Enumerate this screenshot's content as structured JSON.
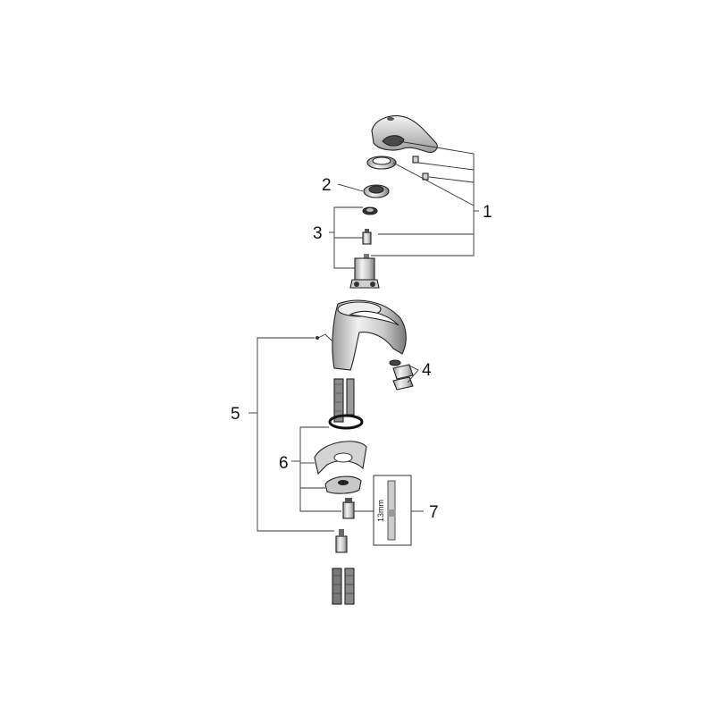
{
  "diagram": {
    "callouts": [
      "1",
      "2",
      "3",
      "4",
      "5",
      "6",
      "7"
    ],
    "dimension_label": "13mm"
  },
  "colors": {
    "line": "#333333",
    "part_light": "#e6e6e6",
    "part_mid": "#b8b8b8",
    "part_dark": "#5a5a5a"
  }
}
